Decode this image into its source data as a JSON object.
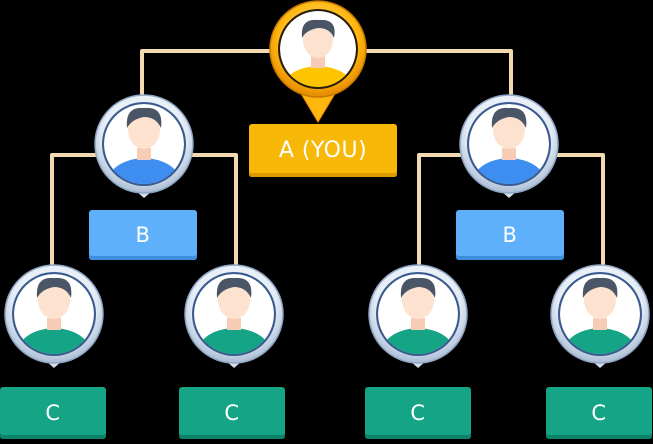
{
  "nodes": {
    "a": {
      "label": "A (YOU)",
      "level": "top",
      "color": "#f7b808"
    },
    "b_left": {
      "label": "B",
      "level": "middle",
      "color": "#5fb0fb"
    },
    "b_right": {
      "label": "B",
      "level": "middle",
      "color": "#5fb0fb"
    },
    "c1": {
      "label": "C",
      "level": "bottom",
      "color": "#16a487"
    },
    "c2": {
      "label": "C",
      "level": "bottom",
      "color": "#16a487"
    },
    "c3": {
      "label": "C",
      "level": "bottom",
      "color": "#16a487"
    },
    "c4": {
      "label": "C",
      "level": "bottom",
      "color": "#16a487"
    }
  },
  "icons": [
    "person-avatar-icon"
  ],
  "colors": {
    "connector": "#f3d9b0",
    "ring": "#dce6f2",
    "gold_ring": "#ffbf1a",
    "skin": "#fde2cf",
    "hair": "#4a5566"
  }
}
